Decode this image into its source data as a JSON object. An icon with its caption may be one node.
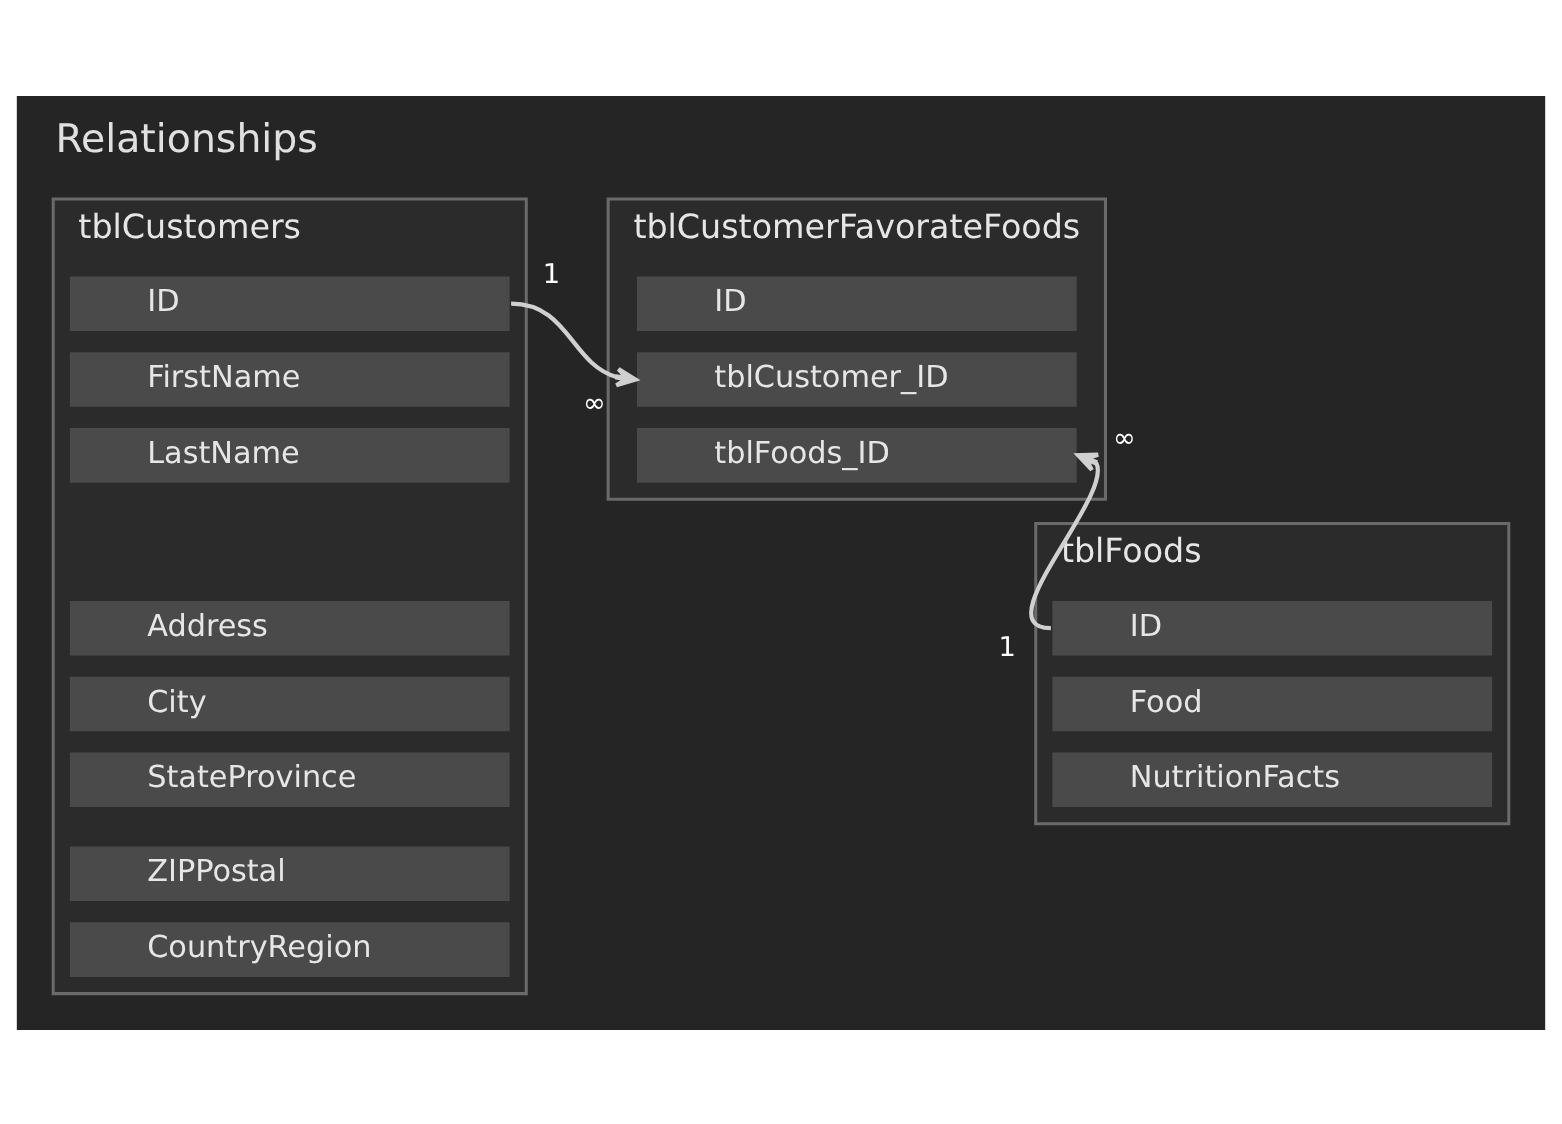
{
  "diagram": {
    "title": "Relationships",
    "nodes": [
      {
        "text": [
          "tblCustomers"
        ]
      },
      {
        "text": [
          "ID"
        ],
        "in": 0
      },
      {
        "text": [
          "FirstName"
        ],
        "in": 0
      },
      {
        "text": [
          "LastName"
        ],
        "in": 0
      },
      {
        "text": [
          "Address"
        ],
        "in": 0
      },
      {
        "text": [
          "City"
        ],
        "in": 0
      },
      {
        "text": [
          "StateProvince"
        ],
        "in": 0
      },
      {
        "text": [
          "ZIPPostal"
        ],
        "in": 0
      },
      {
        "text": [
          "CountryRegion"
        ],
        "in": 0
      },
      {
        "text": [
          "tblCustomerFavorateFoods"
        ]
      },
      {
        "text": [
          "ID"
        ],
        "in": 9
      },
      {
        "text": [
          "tblCustomer_ID"
        ],
        "in": 9
      },
      {
        "text": [
          "tblFoods_ID"
        ],
        "in": 9
      },
      {
        "text": [
          "tblFoods"
        ]
      },
      {
        "text": [
          "ID"
        ],
        "in": 13
      },
      {
        "text": [
          "Food"
        ],
        "in": 13
      },
      {
        "text": [
          "NutritionFacts"
        ],
        "in": 13
      }
    ],
    "edges": [
      {
        "from": 1,
        "to": 11,
        "arrow": "to"
      },
      {
        "from": 14,
        "to": 12,
        "arrow": "to"
      }
    ],
    "labels": [
      "1",
      "∞",
      "∞",
      "1"
    ]
  }
}
